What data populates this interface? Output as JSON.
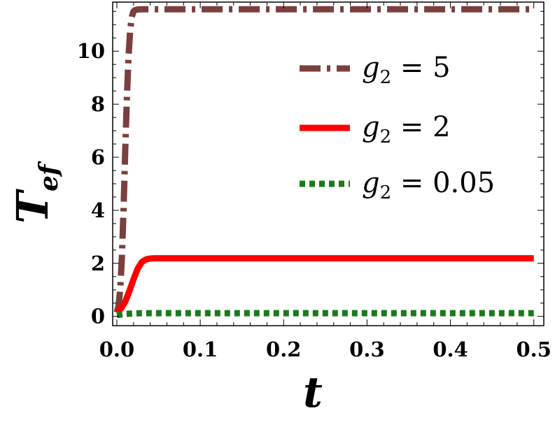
{
  "chart_data": {
    "type": "line",
    "title": "",
    "xlabel": "t",
    "ylabel": {
      "main": "T",
      "sub": "ef"
    },
    "xlim": [
      -0.005,
      0.512
    ],
    "ylim": [
      -0.35,
      11.85
    ],
    "xticks": [
      0.0,
      0.1,
      0.2,
      0.3,
      0.4,
      0.5
    ],
    "xtick_labels": [
      "0.0",
      "0.1",
      "0.2",
      "0.3",
      "0.4",
      "0.5"
    ],
    "yticks": [
      0,
      2,
      4,
      6,
      8,
      10
    ],
    "ytick_labels": [
      "0",
      "2",
      "4",
      "6",
      "8",
      "10"
    ],
    "grid": false,
    "legend_position": "upper-right",
    "series": [
      {
        "name": {
          "var": "g",
          "sub": "2",
          "rest": " = 5"
        },
        "color": "#7b3f3d",
        "style": "dash-dot",
        "x": [
          0.0,
          0.002,
          0.004,
          0.006,
          0.008,
          0.01,
          0.012,
          0.014,
          0.016,
          0.018,
          0.02,
          0.022,
          0.025,
          0.03,
          0.5
        ],
        "y": [
          0.15,
          0.4,
          1.0,
          2.2,
          4.0,
          6.2,
          8.2,
          9.8,
          10.8,
          11.3,
          11.5,
          11.55,
          11.57,
          11.58,
          11.58
        ]
      },
      {
        "name": {
          "var": "g",
          "sub": "2",
          "rest": " = 2"
        },
        "color": "#ff0000",
        "style": "solid",
        "x": [
          0.0,
          0.005,
          0.01,
          0.015,
          0.02,
          0.025,
          0.03,
          0.035,
          0.04,
          0.045,
          0.05,
          0.5
        ],
        "y": [
          0.15,
          0.3,
          0.55,
          0.95,
          1.4,
          1.8,
          2.05,
          2.15,
          2.18,
          2.19,
          2.19,
          2.19
        ]
      },
      {
        "name": {
          "var": "g",
          "sub": "2",
          "rest": " = 0.05"
        },
        "color": "#1a7a1a",
        "style": "dotted",
        "x": [
          0.0,
          0.01,
          0.02,
          0.03,
          0.5
        ],
        "y": [
          0.05,
          0.09,
          0.11,
          0.12,
          0.12
        ]
      }
    ]
  }
}
